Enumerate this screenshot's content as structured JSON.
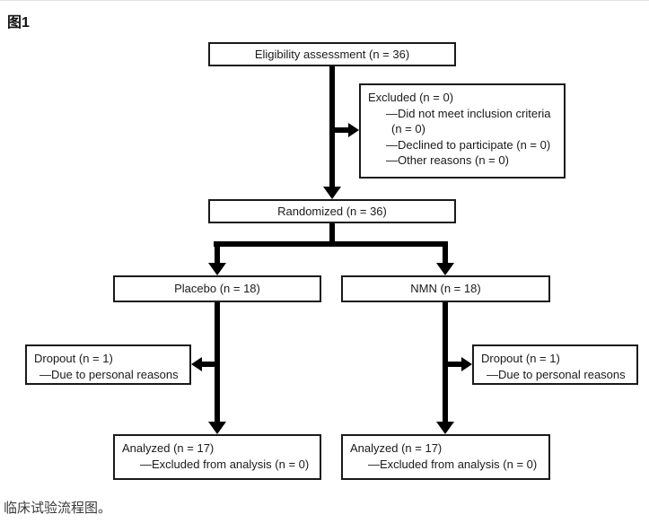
{
  "figure": {
    "label": "图1",
    "caption": "临床试验流程图。"
  },
  "flowchart": {
    "type": "consort-flow-diagram",
    "eligibility": {
      "text": "Eligibility assessment (n = 36)"
    },
    "excluded": {
      "lines": [
        "Excluded (n = 0)",
        "—Did not meet inclusion criteria",
        "(n = 0)",
        "—Declined to participate (n = 0)",
        "—Other reasons (n = 0)"
      ]
    },
    "randomized": {
      "text": "Randomized (n = 36)"
    },
    "placebo": {
      "text": "Placebo (n = 18)"
    },
    "nmn": {
      "text": "NMN (n = 18)"
    },
    "dropout_left": {
      "lines": [
        "Dropout (n = 1)",
        "—Due to personal reasons"
      ]
    },
    "dropout_right": {
      "lines": [
        "Dropout (n = 1)",
        "—Due to personal reasons"
      ]
    },
    "analyzed_left": {
      "lines": [
        "Analyzed (n = 17)",
        "—Excluded from analysis (n = 0)"
      ]
    },
    "analyzed_right": {
      "lines": [
        "Analyzed (n = 17)",
        "—Excluded from analysis (n = 0)"
      ]
    }
  },
  "colors": {
    "background": "#ffffff",
    "box_border": "#1a1a1a",
    "connector": "#000000",
    "text": "#1a1a1a",
    "caption_text": "#3a3a3a"
  }
}
